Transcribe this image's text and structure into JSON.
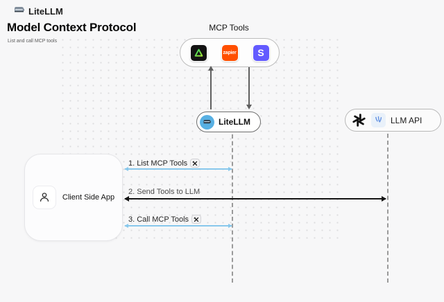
{
  "brand": {
    "name": "LiteLLM"
  },
  "page": {
    "title": "Model Context Protocol",
    "subtitle": "List and call MCP tools"
  },
  "mcp_tools": {
    "label": "MCP Tools",
    "zapier_label": "zapier",
    "stripe_label": "S"
  },
  "nodes": {
    "litellm": {
      "label": "LiteLLM"
    },
    "llm_api": {
      "label": "LLM API"
    },
    "client": {
      "label": "Client Side App"
    }
  },
  "messages": [
    {
      "label": "1. List MCP Tools"
    },
    {
      "label": "2. Send Tools to LLM"
    },
    {
      "label": "3. Call MCP Tools"
    }
  ],
  "icons": {
    "brand_logo": "train-icon",
    "mcp_icon_1": "triangle-logo-icon",
    "mcp_icon_2": "zapier-icon",
    "mcp_icon_3": "stripe-icon",
    "litellm_node_logo": "litellm-train-icon",
    "llm_api_icon_1": "openai-icon",
    "llm_api_icon_2": "llm-provider-icon",
    "client_icon": "person-icon",
    "message_badge": "hammer-wrench-icon"
  },
  "colors": {
    "background": "#F7F7F8",
    "zapier_bg": "#FF4F00",
    "stripe_bg": "#635BFF",
    "dark_icon_bg": "#131313",
    "triangle_green": "#3ECF5A",
    "arrow_blue": "#88C8EC",
    "arrow_black": "#141414",
    "litellm_logo_bg": "#58B0E3"
  }
}
